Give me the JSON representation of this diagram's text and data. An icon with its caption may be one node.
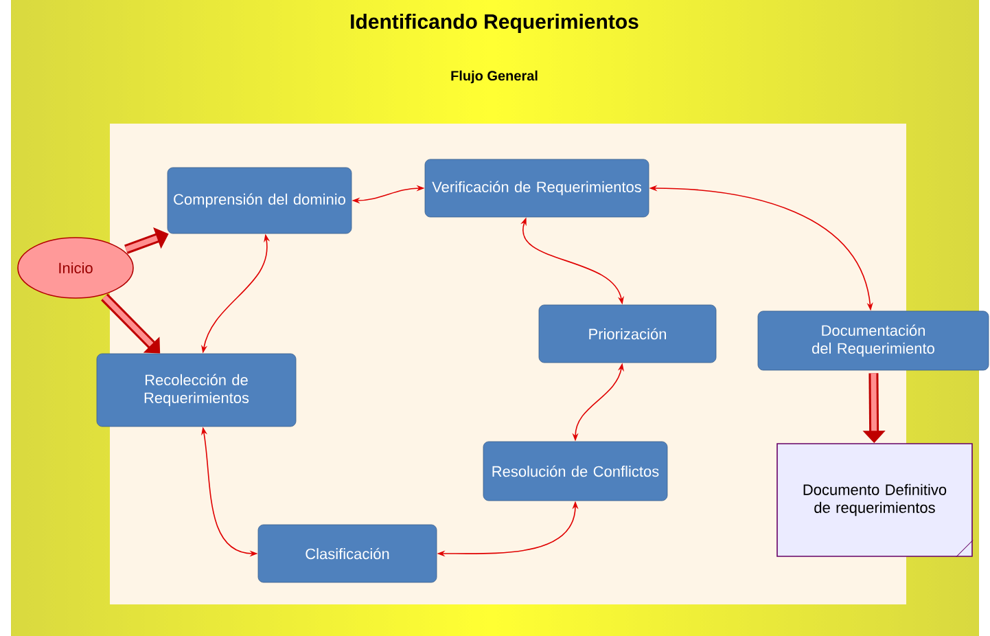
{
  "diagram": {
    "title": "Identificando Requerimientos",
    "nodes": [
      {
        "text": [
          "Inicio"
        ]
      },
      {
        "text": [
          "Comprensión del dominio"
        ]
      },
      {
        "text": [
          "Verificación de Requerimientos"
        ]
      },
      {
        "text": [
          "Recolección de Requerimientos"
        ]
      },
      {
        "text": [
          "Priorización"
        ]
      },
      {
        "text": [
          "Documentación del Requerimiento"
        ]
      },
      {
        "text": [
          "Resolución de Conflictos"
        ]
      },
      {
        "text": [
          "Clasificación"
        ]
      },
      {
        "text": [
          "Documento Definitivo de requerimientos"
        ]
      }
    ],
    "edges": [
      {
        "from": 0,
        "to": 1,
        "arrow": "to",
        "style": "thick"
      },
      {
        "from": 0,
        "to": 3,
        "arrow": "to",
        "style": "thick"
      },
      {
        "from": 1,
        "to": 2,
        "arrow": "both"
      },
      {
        "from": 1,
        "to": 3,
        "arrow": "both"
      },
      {
        "from": 2,
        "to": 4,
        "arrow": "both"
      },
      {
        "from": 2,
        "to": 5,
        "arrow": "both"
      },
      {
        "from": 3,
        "to": 7,
        "arrow": "both"
      },
      {
        "from": 7,
        "to": 6,
        "arrow": "both"
      },
      {
        "from": 6,
        "to": 4,
        "arrow": "both"
      },
      {
        "from": 5,
        "to": 8,
        "arrow": "to",
        "style": "thick"
      }
    ],
    "labels": [
      "Flujo General"
    ]
  }
}
